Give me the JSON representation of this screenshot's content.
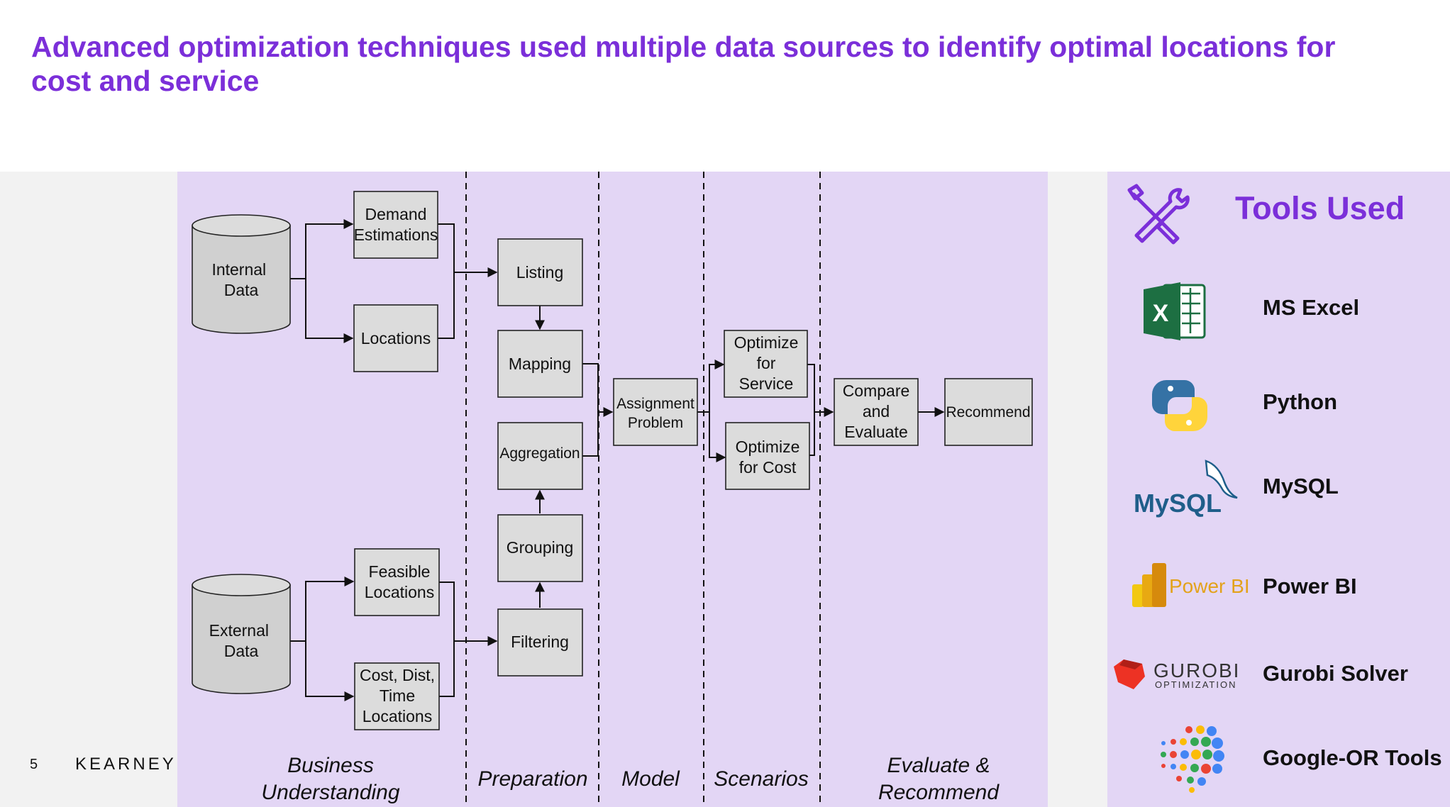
{
  "title": "Advanced optimization techniques used multiple data sources to identify optimal locations for cost and service",
  "footer": {
    "page_number": "5",
    "brand": "KEARNEY"
  },
  "diagram": {
    "sources": {
      "internal": [
        "Internal",
        "Data"
      ],
      "external": [
        "External",
        "Data"
      ]
    },
    "nodes": {
      "demand": [
        "Demand",
        "Estimations"
      ],
      "locations": [
        "Locations"
      ],
      "feasible": [
        "Feasible",
        "Locations"
      ],
      "cost": [
        "Cost, Dist,",
        "Time",
        "Locations"
      ],
      "listing": [
        "Listing"
      ],
      "mapping": [
        "Mapping"
      ],
      "aggregation": [
        "Aggregation"
      ],
      "grouping": [
        "Grouping"
      ],
      "filtering": [
        "Filtering"
      ],
      "assignment": [
        "Assignment",
        "Problem"
      ],
      "opt_service": [
        "Optimize",
        "for",
        "Service"
      ],
      "opt_cost": [
        "Optimize",
        "for Cost"
      ],
      "compare": [
        "Compare",
        "and",
        "Evaluate"
      ],
      "recommend": [
        "Recommend"
      ]
    },
    "phases": {
      "business": [
        "Business",
        "Understanding"
      ],
      "preparation": [
        "Preparation"
      ],
      "model": [
        "Model"
      ],
      "scenarios": [
        "Scenarios"
      ],
      "evaluate": [
        "Evaluate &",
        "Recommend"
      ]
    }
  },
  "tools": {
    "title": "Tools Used",
    "items": [
      {
        "name": "MS Excel",
        "icon": "excel-icon"
      },
      {
        "name": "Python",
        "icon": "python-icon"
      },
      {
        "name": "MySQL",
        "icon": "mysql-icon"
      },
      {
        "name": "Power BI",
        "icon": "powerbi-icon"
      },
      {
        "name": "Gurobi Solver",
        "icon": "gurobi-icon"
      },
      {
        "name": "Google-OR Tools",
        "icon": "google-or-tools-icon"
      }
    ]
  },
  "logos": {
    "mysql": "MySQL",
    "powerbi": "Power BI",
    "gurobi": "GUROBI",
    "gurobi_sub": "OPTIMIZATION"
  },
  "colors": {
    "accent": "#7b2fd9",
    "panel": "#e3d6f5",
    "box": "#dcdcdc"
  }
}
